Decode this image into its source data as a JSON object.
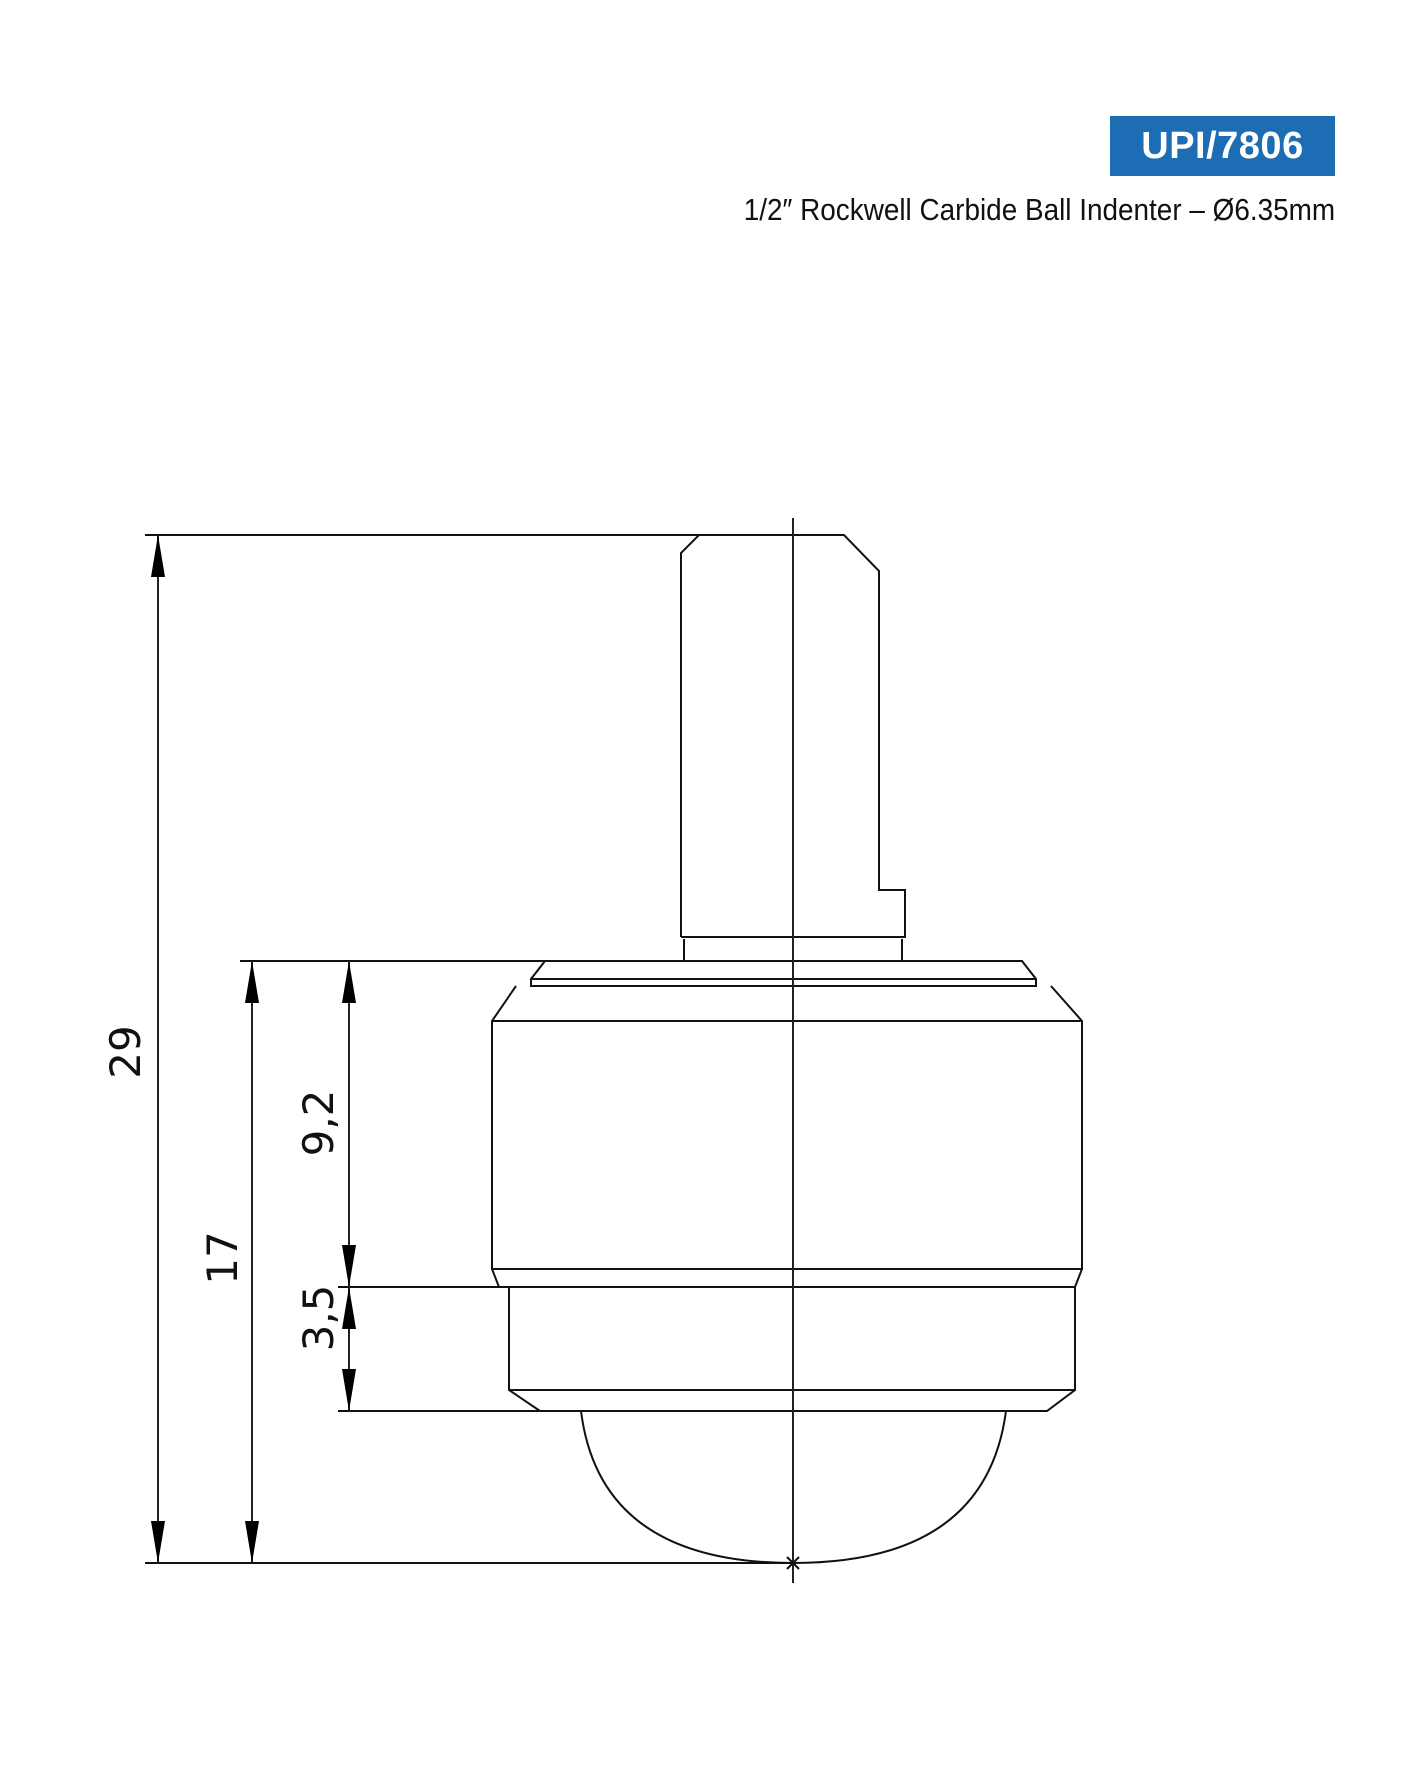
{
  "header": {
    "part_code": "UPI/7806",
    "description": "1/2″ Rockwell Carbide Ball Indenter – Ø6.35mm",
    "badge_color": "#1c6db3"
  },
  "drawing": {
    "dimensions": {
      "overall_height": "29",
      "body_height": "17",
      "upper_body": "9,2",
      "lower_ring": "3,5"
    },
    "line_color": "#111111"
  }
}
